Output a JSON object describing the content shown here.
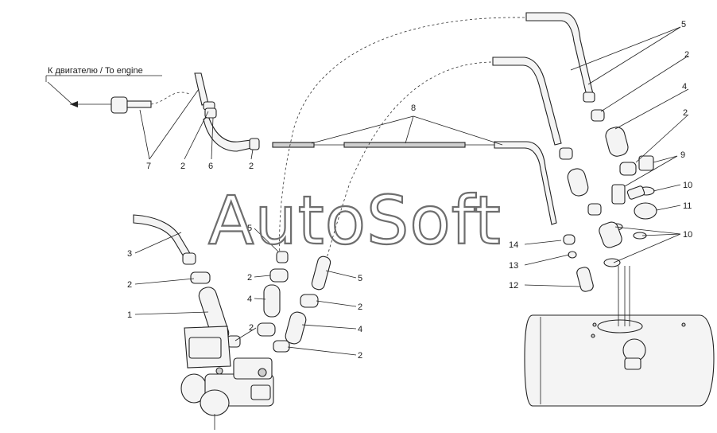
{
  "caption": {
    "text": "К двигателю / To engine"
  },
  "watermark": {
    "text": "AutoSoft"
  },
  "callouts": [
    {
      "id": "c5a",
      "label": "5"
    },
    {
      "id": "c2a",
      "label": "2"
    },
    {
      "id": "c4a",
      "label": "4"
    },
    {
      "id": "c2b",
      "label": "2"
    },
    {
      "id": "c9",
      "label": "9"
    },
    {
      "id": "c10a",
      "label": "10"
    },
    {
      "id": "c11",
      "label": "11"
    },
    {
      "id": "c10b",
      "label": "10"
    },
    {
      "id": "c8",
      "label": "8"
    },
    {
      "id": "c7",
      "label": "7"
    },
    {
      "id": "c2c",
      "label": "2"
    },
    {
      "id": "c6",
      "label": "6"
    },
    {
      "id": "c2d",
      "label": "2"
    },
    {
      "id": "c14",
      "label": "14"
    },
    {
      "id": "c13",
      "label": "13"
    },
    {
      "id": "c12",
      "label": "12"
    },
    {
      "id": "c3",
      "label": "3"
    },
    {
      "id": "c5b",
      "label": "5"
    },
    {
      "id": "c2e",
      "label": "2"
    },
    {
      "id": "c1",
      "label": "1"
    },
    {
      "id": "c2f",
      "label": "2"
    },
    {
      "id": "c4b",
      "label": "4"
    },
    {
      "id": "c2g",
      "label": "2"
    },
    {
      "id": "c5c",
      "label": "5"
    },
    {
      "id": "c2h",
      "label": "2"
    },
    {
      "id": "c4c",
      "label": "4"
    },
    {
      "id": "c2i",
      "label": "2"
    }
  ]
}
